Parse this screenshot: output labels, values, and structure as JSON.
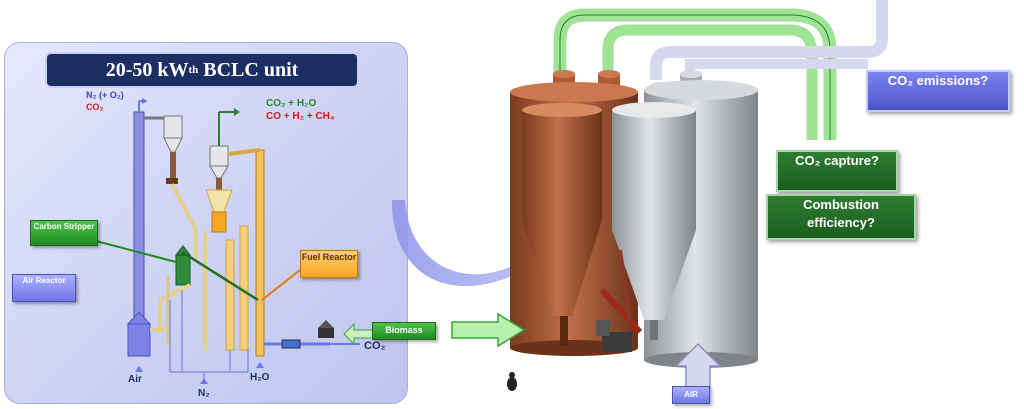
{
  "unit_title": "20-50 kW",
  "unit_title_sub": "th",
  "unit_title_rest": " BCLC unit",
  "outlet_air": {
    "line1": "N₂ (+ O₂)",
    "line2": "CO₂"
  },
  "outlet_fuel": {
    "line1": "CO₂ + H₂O",
    "line2": "CO + H₂ + CH₄"
  },
  "labels": {
    "carbon_stripper": "Carbon Stripper",
    "air_reactor": "Air Reactor",
    "fuel_reactor": "Fuel Reactor",
    "biomass": "Biomass",
    "air_inlet": "Air",
    "n2_inlet": "N₂",
    "h2o_inlet": "H₂O",
    "co2_feed": "CO₂",
    "air_bottom": "AIR",
    "co2_capture": "CO₂ capture?",
    "combustion_efficiency": "Combustion efficiency?",
    "co2_emissions": "CO₂ emissions?"
  },
  "colors": {
    "panel": "#cdd2f4",
    "title_bg": "#1c2f63",
    "air_side": "#6f77e6",
    "fuel_side": "#f5a623",
    "capture_green": "#2e7d32",
    "reactor_copper": "#a0522d",
    "reactor_grey": "#b8bcc0"
  }
}
